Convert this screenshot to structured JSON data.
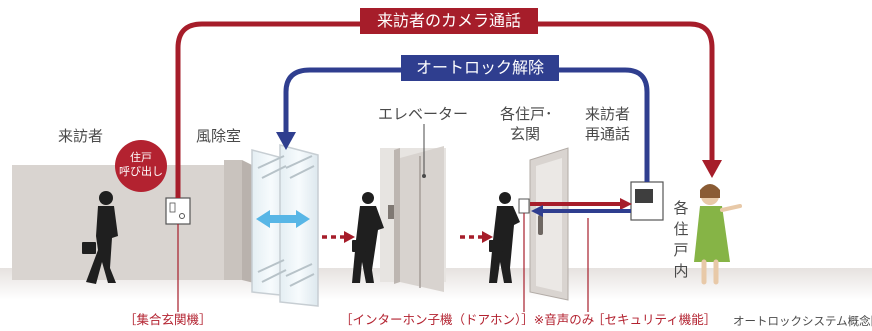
{
  "banners": {
    "camera_call": "来訪者のカメラ通話",
    "autolock_release": "オートロック解除"
  },
  "places": {
    "visitor": "来訪者",
    "vestibule": "風除室",
    "elevator": "エレベーター",
    "unit_entrance_1": "各住戸･",
    "unit_entrance_2": "玄関",
    "recall_1": "来訪者",
    "recall_2": "再通話",
    "inside_unit": "各住戸内"
  },
  "call_bubble": {
    "line1": "住戸",
    "line2": "呼び出し"
  },
  "bottom_labels": {
    "entrance_unit": "［集合玄関機］",
    "intercom_slave": "［インターホン子機（ドアホン）］※音声のみ",
    "security": "［セキュリティ機能］"
  },
  "caption": "オートロックシステム概念図",
  "colors": {
    "call_route": "#a61d2a",
    "unlock_route": "#2f3e8f",
    "label_red": "#b32230",
    "text": "#4a4a4a",
    "wall": "#d9d4d0",
    "floor": "#ece8e5",
    "resident_dress": "#86b446"
  },
  "icons": {
    "entrance_panel": "intercom-panel-icon",
    "monitor": "indoor-monitor-icon",
    "door_phone": "door-phone-icon"
  }
}
